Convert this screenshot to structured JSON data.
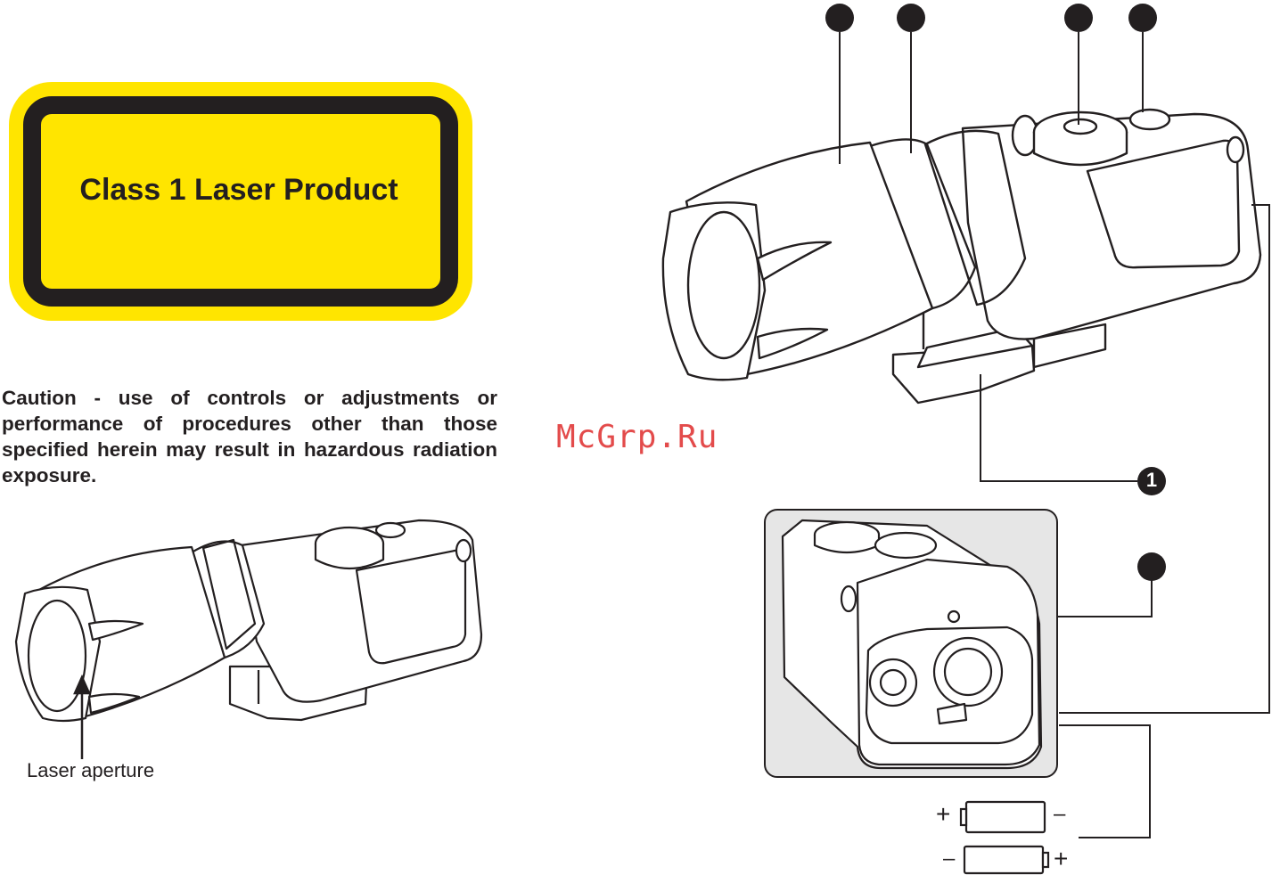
{
  "warning_label": {
    "text": "Class 1 Laser Product",
    "bg_color": "#ffe500",
    "border_color": "#231f20"
  },
  "caution_text": "Caution - use of controls or adjustments or performance of procedures other than those specified herein may result in hazardous radiation exposure.",
  "aperture_label": "Laser aperture",
  "watermark": "McGrp.Ru",
  "callouts": {
    "mount": "1"
  },
  "battery_signs": {
    "plus": "+",
    "minus": "–"
  },
  "colors": {
    "ink": "#231f20",
    "inset_bg": "#e6e6e6",
    "watermark": "#e34b4b"
  }
}
